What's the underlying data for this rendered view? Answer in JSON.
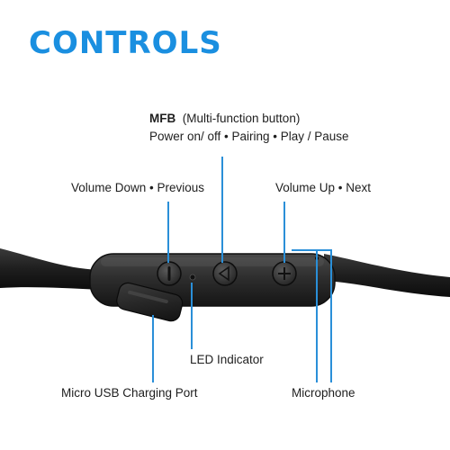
{
  "title": "CONTROLS",
  "labels": {
    "mfb_title": "MFB",
    "mfb_desc": "(Multi-function button)",
    "mfb_actions": "Power on/ off • Pairing • Play / Pause",
    "volume_down": "Volume Down • Previous",
    "volume_up": "Volume Up • Next",
    "led": "LED Indicator",
    "usb": "Micro USB Charging Port",
    "mic": "Microphone"
  },
  "colors": {
    "accent": "#1a8fe0",
    "callout_line": "#2a8fd8",
    "cable": "#1c1c1c",
    "remote_body": "#2b2b2b"
  },
  "icons": {
    "minus": "−",
    "plus": "+",
    "mfb": "◁"
  }
}
